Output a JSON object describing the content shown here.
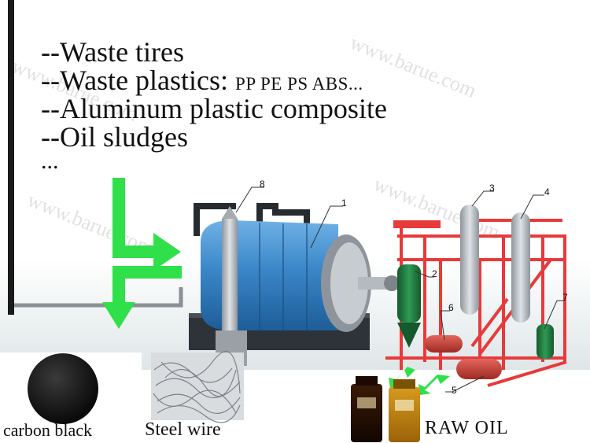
{
  "feedstock": {
    "line1": "--Waste tires",
    "line2_main": "--Waste plastics: ",
    "line2_small": "PP PE PS ABS...",
    "line3": "--Aluminum plastic composite",
    "line4": "--Oil sludges",
    "line5": "..."
  },
  "products": {
    "carbon_black": "carbon black",
    "steel_wire": "Steel wire",
    "raw_oil": "RAW OIL"
  },
  "callouts": {
    "n1": "1",
    "n2": "2",
    "n3": "3",
    "n4": "4",
    "n5": "5",
    "n6": "6",
    "n7": "7",
    "n8": "8"
  },
  "watermark": "www.barue.com",
  "colors": {
    "arrow_green": "#2fe04a",
    "reactor_blue": "#3a86c8",
    "frame_red": "#e83a3a",
    "vessel_green": "#1d7a3e",
    "tank_red": "#c83a30",
    "steel_gray": "#b7bcc2"
  }
}
